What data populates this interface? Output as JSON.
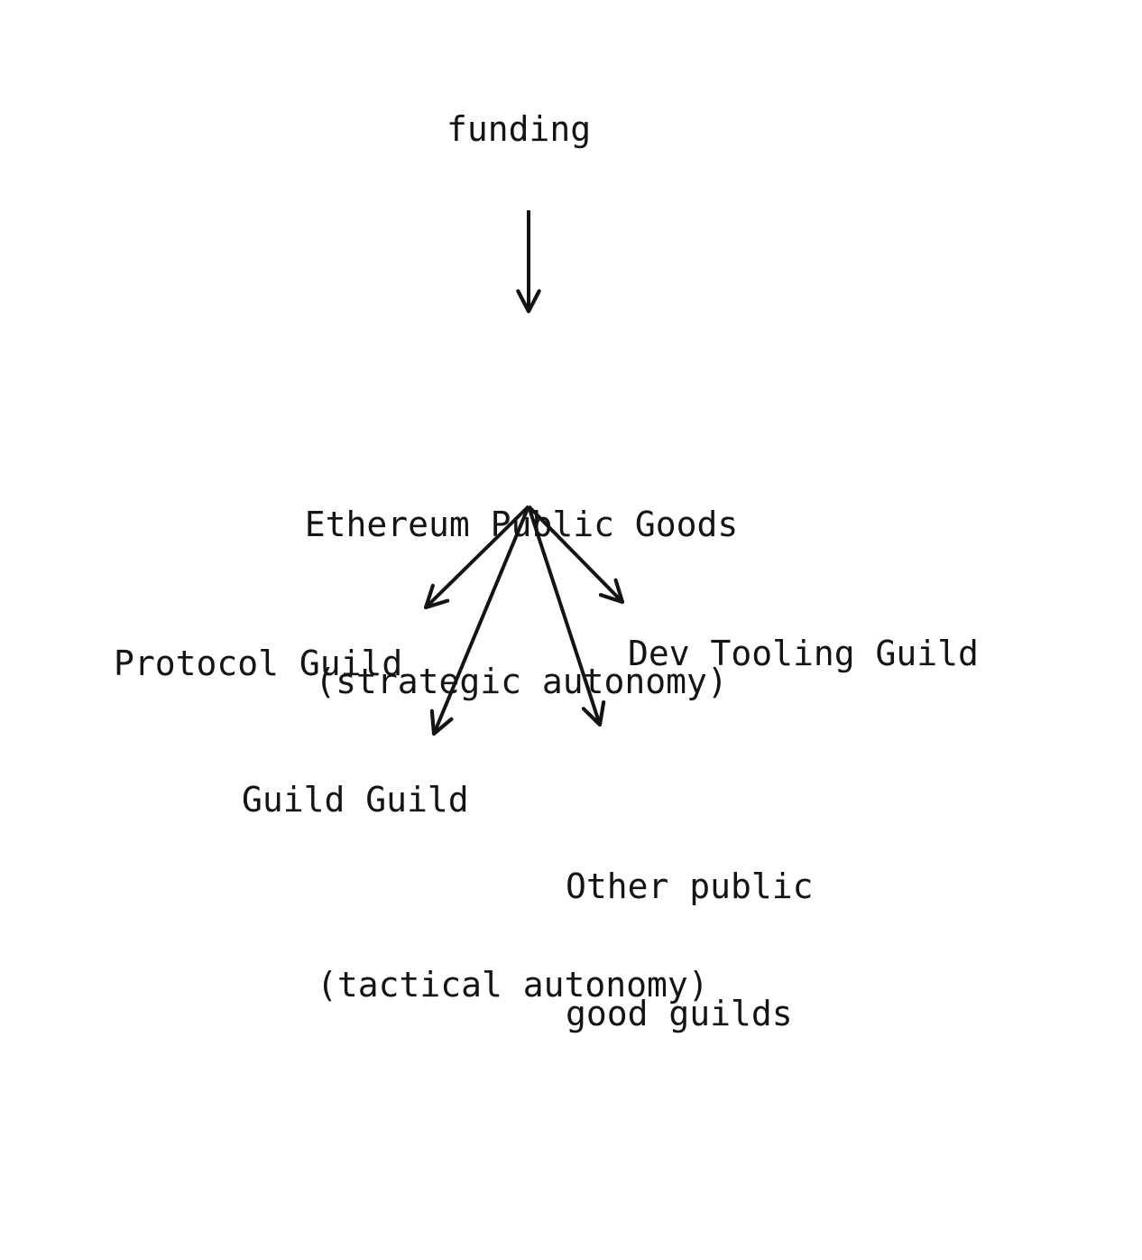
{
  "colors": {
    "background": "#ffffff",
    "ink": "#141414"
  },
  "nodes": {
    "funding": {
      "label": "funding"
    },
    "ethereum_public_goods": {
      "line1": "Ethereum Public Goods",
      "line2": "(strategic autonomy)"
    },
    "protocol_guild": {
      "label": "Protocol Guild"
    },
    "dev_tooling_guild": {
      "label": "Dev Tooling Guild"
    },
    "guild_guild": {
      "label": "Guild Guild"
    },
    "other_public_good_guilds": {
      "line1": "Other public",
      "line2": "good guilds"
    },
    "tactical_autonomy_note": {
      "label": "(tactical autonomy)"
    }
  },
  "edges": [
    {
      "from": "funding",
      "to": "ethereum_public_goods"
    },
    {
      "from": "ethereum_public_goods",
      "to": "protocol_guild"
    },
    {
      "from": "ethereum_public_goods",
      "to": "dev_tooling_guild"
    },
    {
      "from": "ethereum_public_goods",
      "to": "guild_guild"
    },
    {
      "from": "ethereum_public_goods",
      "to": "other_public_good_guilds"
    }
  ]
}
